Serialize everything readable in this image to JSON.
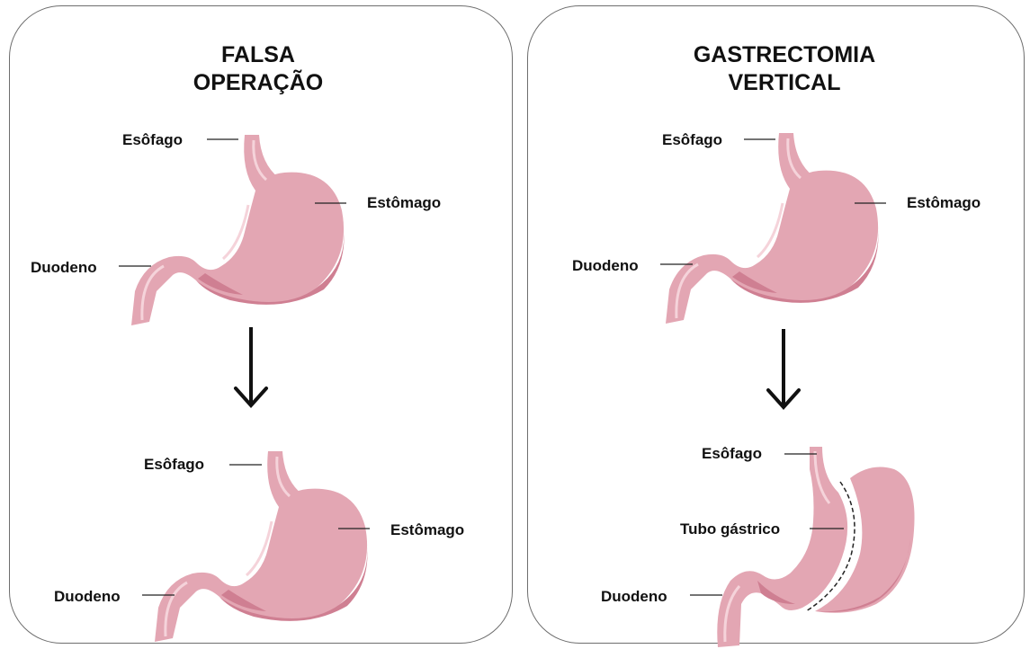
{
  "panels": [
    {
      "title_line1": "FALSA",
      "title_line2": "OPERAÇÃO",
      "top": {
        "esofago": "Esôfago",
        "estomago": "Estômago",
        "duodeno": "Duodeno"
      },
      "bottom": {
        "esofago": "Esôfago",
        "estomago": "Estômago",
        "duodeno": "Duodeno"
      }
    },
    {
      "title_line1": "GASTRECTOMIA",
      "title_line2": "VERTICAL",
      "top": {
        "esofago": "Esôfago",
        "estomago": "Estômago",
        "duodeno": "Duodeno"
      },
      "bottom": {
        "esofago": "Esôfago",
        "tubo": "Tubo gástrico",
        "duodeno": "Duodeno"
      }
    }
  ],
  "colors": {
    "stomach_fill": "#e3a6b3",
    "stomach_shade": "#cf7f92",
    "stomach_light": "#f5d3da",
    "outline": "#6e6e6e",
    "arrow": "#111111"
  }
}
